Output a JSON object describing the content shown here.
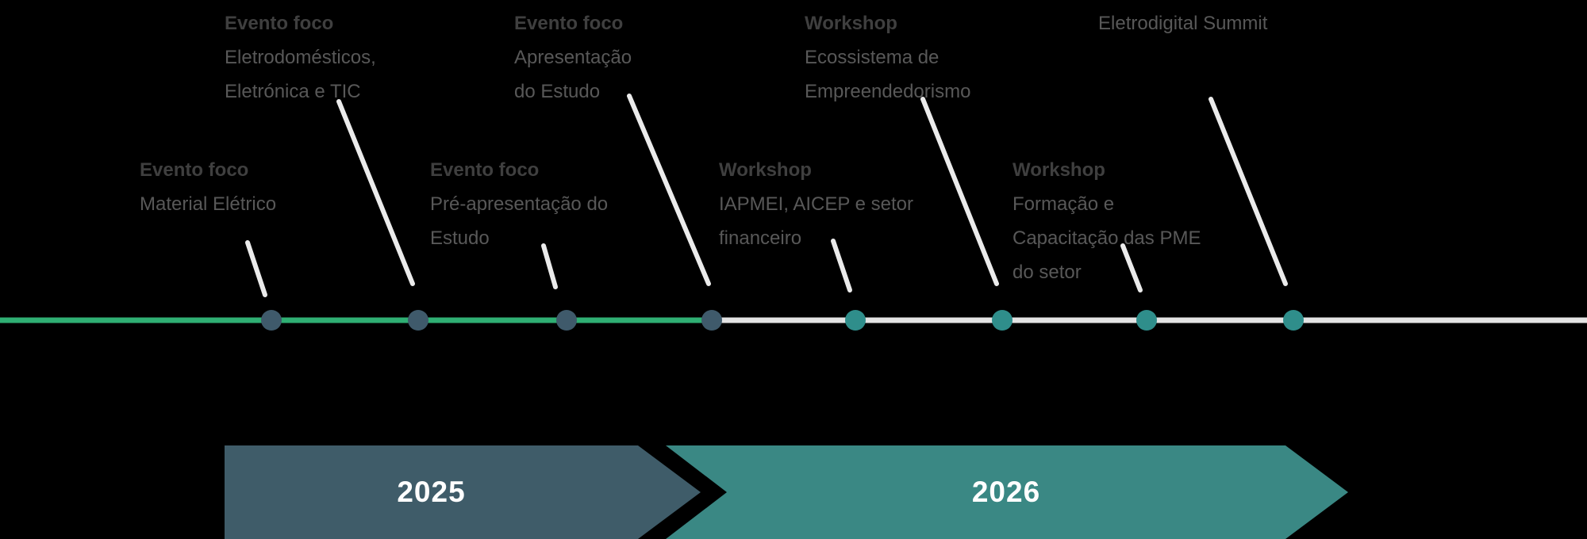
{
  "diagram": {
    "type": "timeline",
    "background": "#000000"
  },
  "colors": {
    "timeline_green": "#2FAF73",
    "timeline_gray": "#E3E3E3",
    "dot_dark": "#3F5A6B",
    "dot_teal": "#2F8E8B",
    "connector": "#EBEBEB",
    "label_title": "#3F3F3F",
    "label_body": "#585858",
    "arrow_2025": "#3F5C69",
    "arrow_2026": "#3A8884",
    "year_text": "#FFFFFF"
  },
  "milestones": [
    {
      "title": "Evento foco",
      "lines": [
        "Material Elétrico"
      ],
      "position": "below",
      "dot": "dark"
    },
    {
      "title": "Evento foco",
      "lines": [
        "Eletrodomésticos,",
        "Eletrónica e TIC"
      ],
      "position": "above",
      "dot": "dark"
    },
    {
      "title": "Evento foco",
      "lines": [
        "Pré-apresentação do",
        "Estudo"
      ],
      "position": "below",
      "dot": "dark"
    },
    {
      "title": "Evento foco",
      "lines": [
        "Apresentação",
        "do Estudo"
      ],
      "position": "above",
      "dot": "dark"
    },
    {
      "title": "Workshop",
      "lines": [
        "IAPMEI, AICEP e setor",
        "financeiro"
      ],
      "position": "below",
      "dot": "teal"
    },
    {
      "title": "Workshop",
      "lines": [
        "Ecossistema de",
        "Empreendedorismo"
      ],
      "position": "above",
      "dot": "teal"
    },
    {
      "title": "Workshop",
      "lines": [
        "Formação e",
        "Capacitação das PME",
        "do setor"
      ],
      "position": "below",
      "dot": "teal"
    },
    {
      "title": "",
      "lines": [
        "Eletrodigital Summit"
      ],
      "position": "above",
      "dot": "teal"
    }
  ],
  "years": [
    {
      "label": "2025"
    },
    {
      "label": "2026"
    }
  ]
}
